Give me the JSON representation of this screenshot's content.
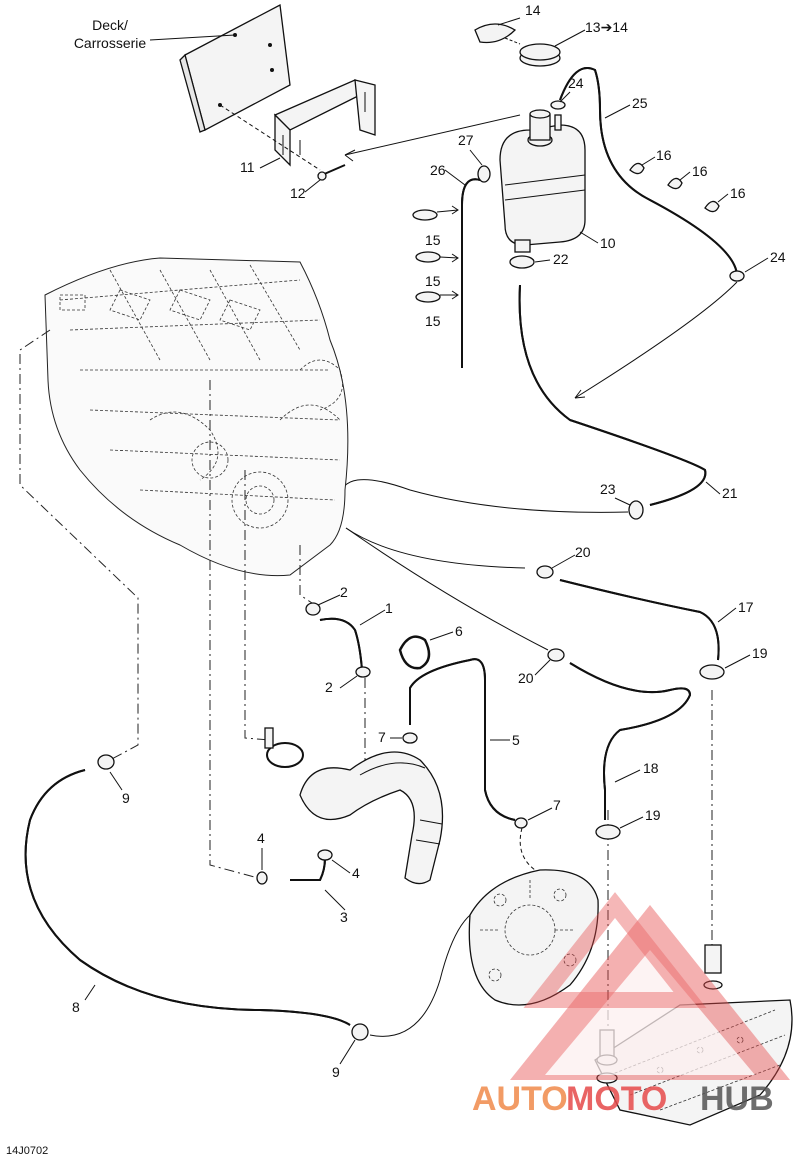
{
  "diagram": {
    "deck_label_line1": "Deck/",
    "deck_label_line2": "Carrosserie",
    "figure_code": "14J0702",
    "watermark": {
      "part1": "AUTO",
      "part2": "MOTO",
      "part3": "HUB",
      "color_primary": "#f08a4b",
      "color_secondary": "#e64a4a",
      "color_dark": "#555555"
    },
    "callouts": {
      "c1": "1",
      "c2a": "2",
      "c2b": "2",
      "c3": "3",
      "c4a": "4",
      "c4b": "4",
      "c5": "5",
      "c6": "6",
      "c7a": "7",
      "c7b": "7",
      "c8": "8",
      "c9a": "9",
      "c9b": "9",
      "c10": "10",
      "c11": "11",
      "c12": "12",
      "c13": "13➔14",
      "c14": "14",
      "c15a": "15",
      "c15b": "15",
      "c15c": "15",
      "c16a": "16",
      "c16b": "16",
      "c16c": "16",
      "c17": "17",
      "c18": "18",
      "c19a": "19",
      "c19b": "19",
      "c20a": "20",
      "c20b": "20",
      "c21": "21",
      "c22": "22",
      "c23": "23",
      "c24a": "24",
      "c24b": "24",
      "c25": "25",
      "c26": "26",
      "c27": "27"
    }
  }
}
